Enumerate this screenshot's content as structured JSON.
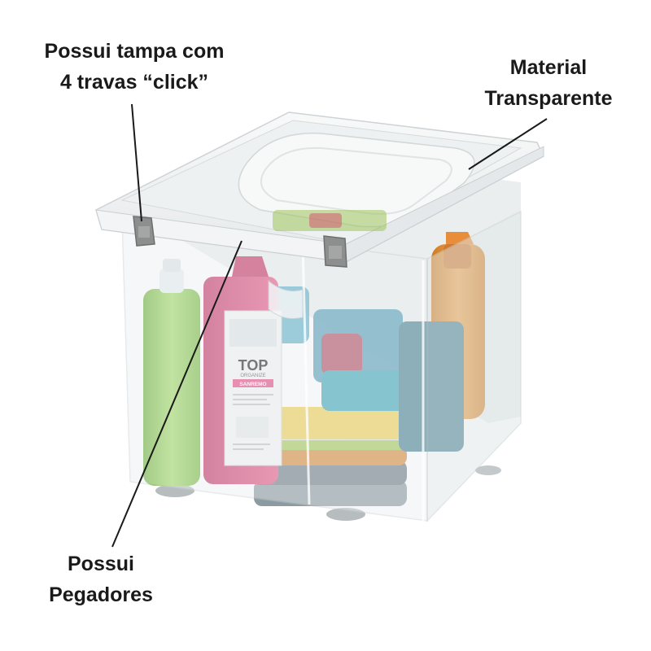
{
  "annotations": {
    "lid_locks": {
      "line1": "Possui tampa com",
      "line2": "4 travas “click”"
    },
    "material": {
      "line1": "Material",
      "line2": "Transparente"
    },
    "handles": {
      "line1": "Possui",
      "line2": "Pegadores"
    }
  },
  "product_label": {
    "brand": "TOP",
    "brand_sub": "ORGANIZE",
    "maker": "SANREMO"
  },
  "colors": {
    "callout_line": "#1a1a1a",
    "lock_clip": "#8c8f8e",
    "bottle_green": "#8fd14f",
    "bottle_pink": "#e2487a",
    "bottle_orange": "#e8922c",
    "cloth_teal": "#3fa6b8",
    "cloth_yellow": "#f0cf53"
  }
}
